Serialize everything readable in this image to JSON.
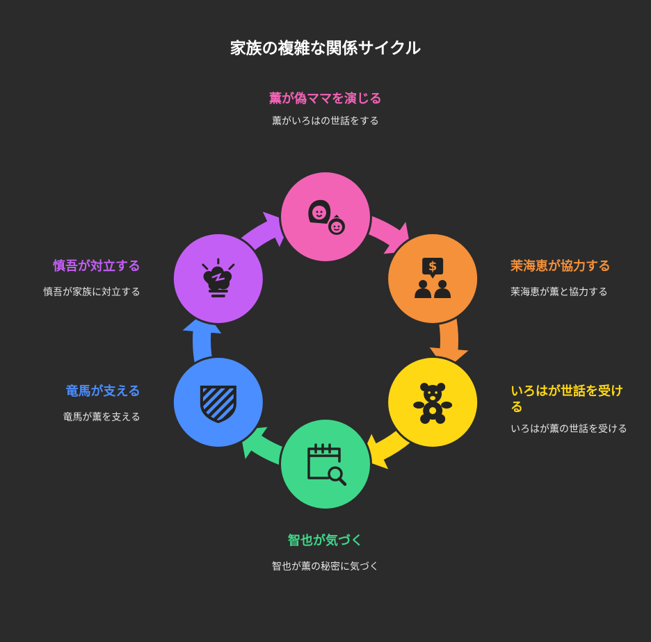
{
  "title": "家族の複雑な関係サイクル",
  "colors": {
    "background": "#2b2b2b",
    "icon": "#222222"
  },
  "steps": [
    {
      "heading": "薫が偽ママを演じる",
      "description": "薫がいろはの世話をする",
      "color": "#f263b6",
      "icon": "mother-baby-icon"
    },
    {
      "heading": "茉海恵が協力する",
      "description": "茉海恵が薫と協力する",
      "color": "#f5913a",
      "icon": "money-people-icon"
    },
    {
      "heading": "いろはが世話を受ける",
      "description": "いろはが薫の世話を受ける",
      "color": "#ffd814",
      "icon": "teddy-bear-icon"
    },
    {
      "heading": "智也が気づく",
      "description": "智也が薫の秘密に気づく",
      "color": "#3fd88a",
      "icon": "calendar-search-icon"
    },
    {
      "heading": "竜馬が支える",
      "description": "竜馬が薫を支える",
      "color": "#4b8eff",
      "icon": "shield-icon"
    },
    {
      "heading": "慎吾が対立する",
      "description": "慎吾が家族に対立する",
      "color": "#c45ff5",
      "icon": "angry-explosion-icon"
    }
  ]
}
